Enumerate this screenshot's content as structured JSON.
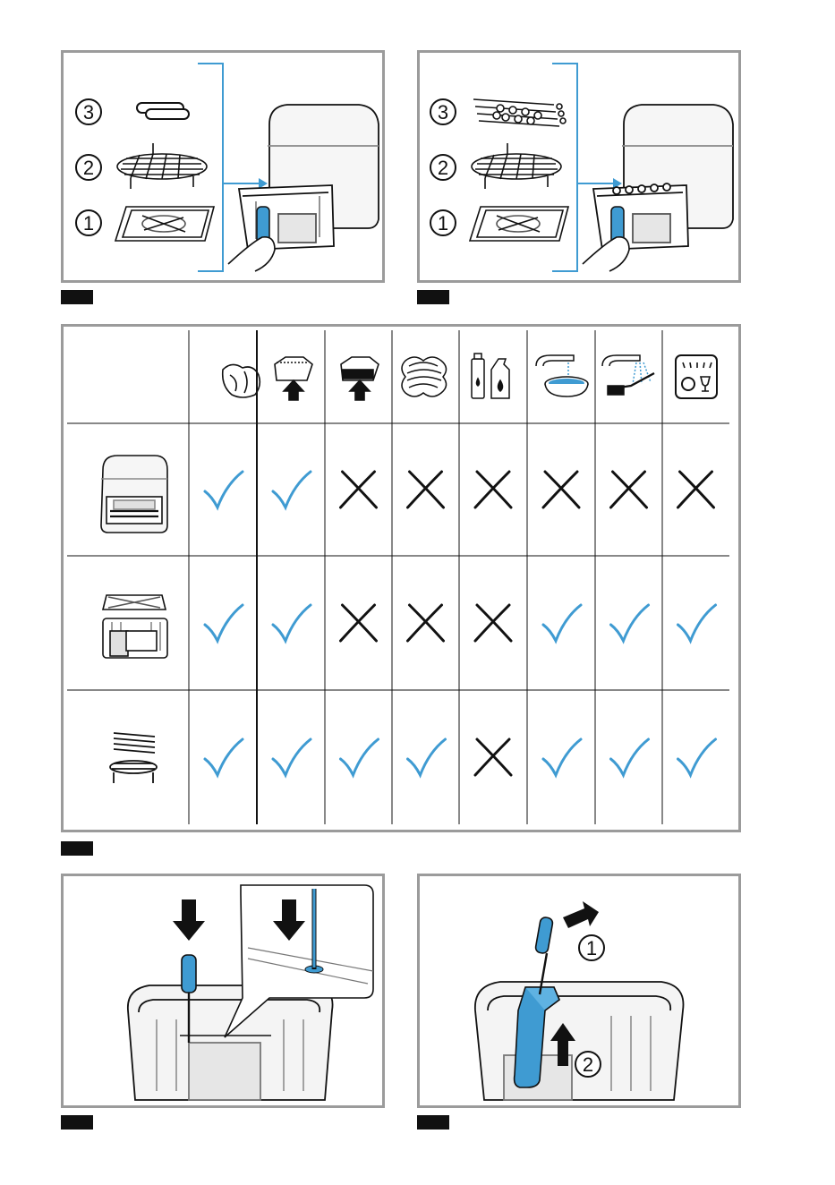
{
  "figures": {
    "fig_top_left": {
      "steps": [
        "3",
        "2",
        "1"
      ]
    },
    "fig_top_right": {
      "steps": [
        "3",
        "2",
        "1"
      ]
    },
    "fig_bottom_right": {
      "steps": [
        "1",
        "2"
      ]
    }
  },
  "cleaning_table": {
    "methods": [
      "soft-cloth-icon",
      "soft-sponge-icon",
      "abrasive-sponge-icon",
      "steel-wool-icon",
      "chemical-cleaner-icon",
      "soak-in-water-icon",
      "brush-under-tap-icon",
      "dishwasher-icon"
    ],
    "parts": [
      "appliance-housing-icon",
      "basket-and-grid-icon",
      "skewers-and-rack-icon"
    ],
    "rows": [
      [
        "yes",
        "yes",
        "no",
        "no",
        "no",
        "no",
        "no",
        "no"
      ],
      [
        "yes",
        "yes",
        "no",
        "no",
        "no",
        "yes",
        "yes",
        "yes"
      ],
      [
        "yes",
        "yes",
        "yes",
        "yes",
        "no",
        "yes",
        "yes",
        "yes"
      ]
    ]
  },
  "colors": {
    "accent": "#3f9bd2",
    "frame": "#9b9b9b",
    "tag": "#111111",
    "ink": "#111111"
  }
}
